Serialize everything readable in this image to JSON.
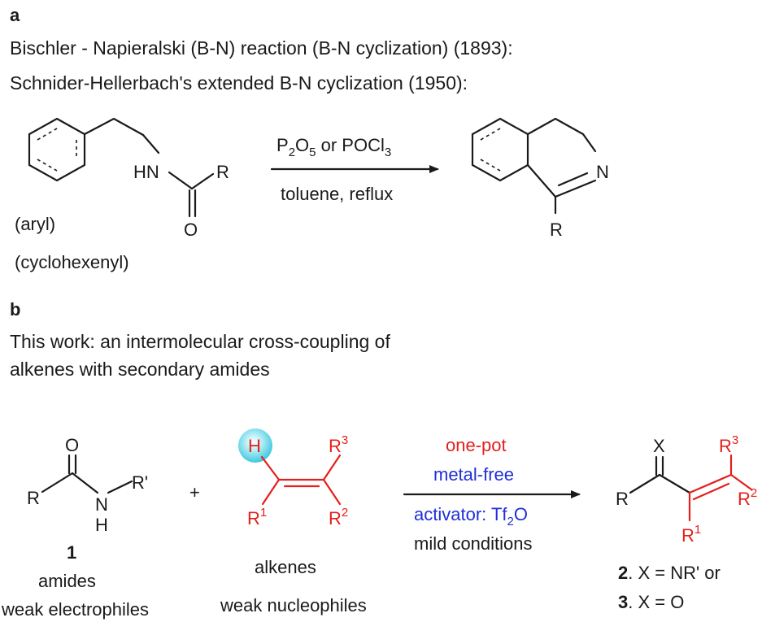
{
  "colors": {
    "black": "#1a1a1a",
    "red": "#e3201b",
    "blue": "#1f2fd6",
    "highlight": "#4fd3e6"
  },
  "panel_a": {
    "label": "a",
    "line1": "Bischler - Napieralski (B-N) reaction (B-N cyclization) (1893):",
    "line2": "Schnider-Hellerbach's extended B-N cyclization (1950):",
    "reactant": {
      "hn": "HN",
      "r": "R",
      "o": "O",
      "aryl": "(aryl)",
      "cyclohexenyl": "(cyclohexenyl)"
    },
    "conditions": {
      "reagent_p": "P",
      "reagent_p_sub": "2",
      "reagent_o": "O",
      "reagent_o_sub": "5",
      "reagent_mid": " or POCl",
      "reagent_cl_sub": "3",
      "solvent": "toluene, reflux"
    },
    "product": {
      "n": "N",
      "r": "R"
    }
  },
  "panel_b": {
    "label": "b",
    "line1": "This work: an intermolecular cross-coupling of",
    "line2": "alkenes with secondary amides",
    "amide": {
      "o": "O",
      "r": "R",
      "n": "N",
      "h": "H",
      "rprime": "R'",
      "number": "1",
      "name": "amides",
      "role": "weak electrophiles"
    },
    "plus": "+",
    "alkene": {
      "h": "H",
      "r1": "R",
      "r1_sup": "1",
      "r2": "R",
      "r2_sup": "2",
      "r3": "R",
      "r3_sup": "3",
      "name": "alkenes",
      "role": "weak nucleophiles"
    },
    "conditions": {
      "line1": "one-pot",
      "line2": "metal-free",
      "activator": "activator: Tf",
      "activator_sub": "2",
      "activator_end": "O",
      "line4": "mild conditions"
    },
    "product": {
      "x": "X",
      "r": "R",
      "r1": "R",
      "r1_sup": "1",
      "r2": "R",
      "r2_sup": "2",
      "r3": "R",
      "r3_sup": "3",
      "p2_num": "2",
      "p2_text": ". X = NR' or",
      "p3_num": "3",
      "p3_text": ". X = O"
    }
  }
}
